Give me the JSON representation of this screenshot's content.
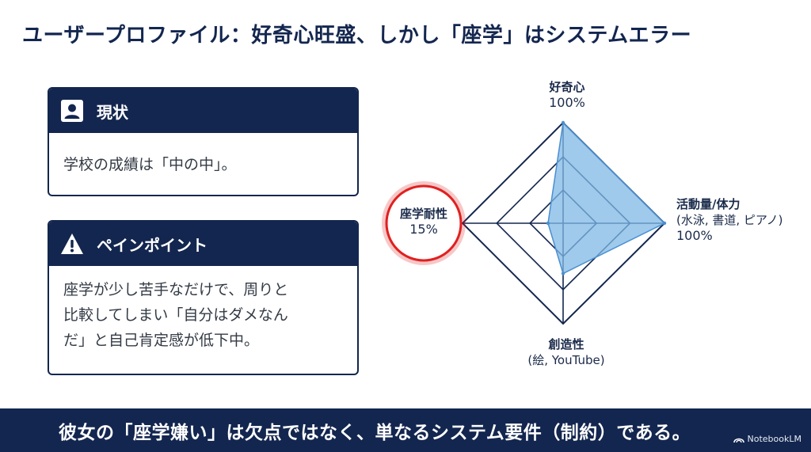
{
  "title": "ユーザープロファイル：好奇心旺盛、しかし「座学」はシステムエラー",
  "status_card": {
    "heading": "現状",
    "icon": "person-badge-icon",
    "body": "学校の成績は「中の中」。"
  },
  "pain_card": {
    "heading": "ペインポイント",
    "icon": "warning-icon",
    "body_lines": [
      "座学が少し苦手なだけで、周りと",
      "比較してしまい「自分はダメなん",
      "だ」と自己肯定感が低下中。"
    ]
  },
  "chart_data": {
    "type": "radar",
    "axes": [
      {
        "name": "好奇心",
        "value_label": "100%",
        "value": 100
      },
      {
        "name": "活動量/体力",
        "detail": "(水泳, 書道, ピアノ)",
        "value_label": "100%",
        "value": 100
      },
      {
        "name": "創造性",
        "detail": "(絵, YouTube)",
        "value": 50
      },
      {
        "name": "座学耐性",
        "value_label": "15%",
        "value": 15
      }
    ],
    "max": 100,
    "grid_levels": [
      33,
      66,
      100
    ],
    "fill_color": "#7fb8e6",
    "highlight_color": "#e02020"
  },
  "footer": {
    "message": "彼女の「座学嫌い」は欠点ではなく、単なるシステム要件（制約）である。",
    "brand": "NotebookLM"
  },
  "colors": {
    "navy": "#13264f"
  }
}
